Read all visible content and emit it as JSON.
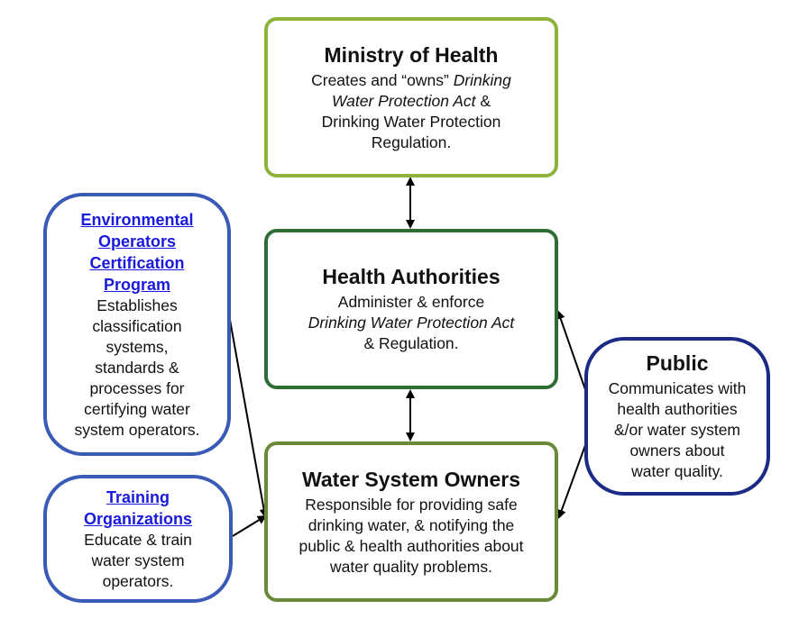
{
  "ministry": {
    "title": "Ministry of Health",
    "text_1": "Creates and “owns” ",
    "text_1_italic": "Drinking",
    "text_2_italic": "Water Protection Act",
    "text_2": " &",
    "text_3": "Drinking Water Protection",
    "text_4": "Regulation."
  },
  "health_authorities": {
    "title": "Health Authorities",
    "text_1": "Administer & enforce",
    "text_2_italic": "Drinking Water Protection Act",
    "text_3": "& Regulation."
  },
  "water_system_owners": {
    "title": "Water System Owners",
    "text_1": "Responsible for providing safe",
    "text_2": "drinking water, & notifying the",
    "text_3": "public & health authorities about",
    "text_4": "water quality problems."
  },
  "eocp": {
    "link_1": "Environmental",
    "link_2": "Operators",
    "link_3": "Certification",
    "link_4": "Program",
    "text_1": "Establishes",
    "text_2": "classification",
    "text_3": "systems,",
    "text_4": "standards &",
    "text_5": "processes for",
    "text_6": "certifying water",
    "text_7": "system operators."
  },
  "training": {
    "link_1": "Training",
    "link_2": "Organizations",
    "text_1": "Educate & train",
    "text_2": "water system",
    "text_3": "operators."
  },
  "public": {
    "title": "Public",
    "text_1": "Communicates with",
    "text_2": "health authorities",
    "text_3": "&/or water system",
    "text_4": "owners about",
    "text_5": "water quality."
  },
  "colors": {
    "ministry_border": "#8db33a",
    "health_authorities_border": "#2e6e35",
    "owners_border": "#6a8a3a",
    "left_boxes_border": "#3a5bb5",
    "public_border": "#1a2a86",
    "link": "#1a1adc"
  }
}
